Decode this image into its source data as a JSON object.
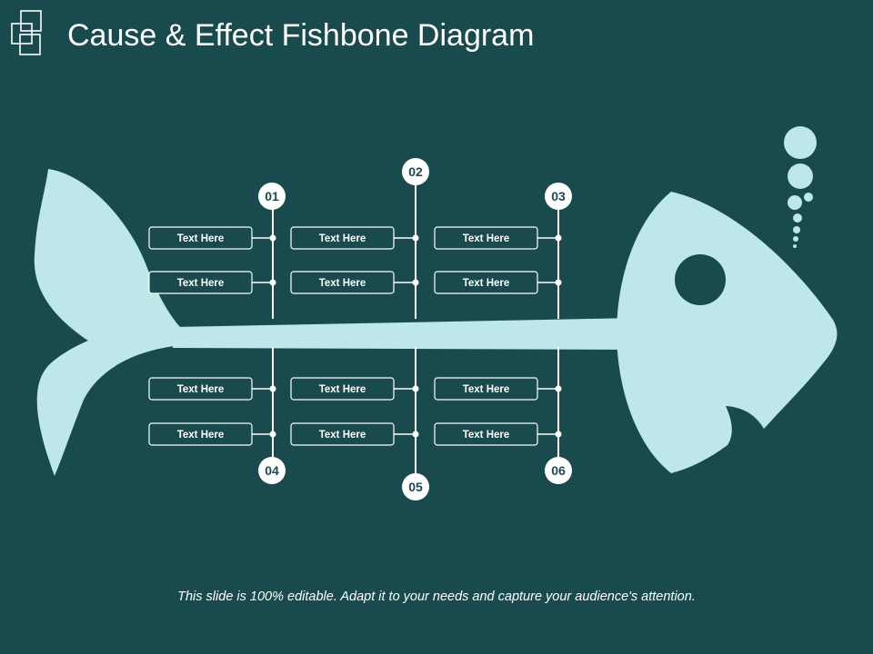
{
  "slide": {
    "title": "Cause & Effect Fishbone Diagram",
    "footer": "This slide is 100% editable. Adapt it to your needs and capture your audience's attention."
  },
  "diagram": {
    "bones": [
      {
        "number": "01",
        "boxes": [
          "Text Here",
          "Text Here"
        ]
      },
      {
        "number": "02",
        "boxes": [
          "Text Here",
          "Text Here"
        ]
      },
      {
        "number": "03",
        "boxes": [
          "Text Here",
          "Text Here"
        ]
      },
      {
        "number": "04",
        "boxes": [
          "Text Here",
          "Text Here"
        ]
      },
      {
        "number": "05",
        "boxes": [
          "Text Here",
          "Text Here"
        ]
      },
      {
        "number": "06",
        "boxes": [
          "Text Here",
          "Text Here"
        ]
      }
    ]
  },
  "colors": {
    "background": "#194a4d",
    "fish": "#bde7e8",
    "lines": "#ffffff",
    "number_text": "#1b4a52"
  }
}
